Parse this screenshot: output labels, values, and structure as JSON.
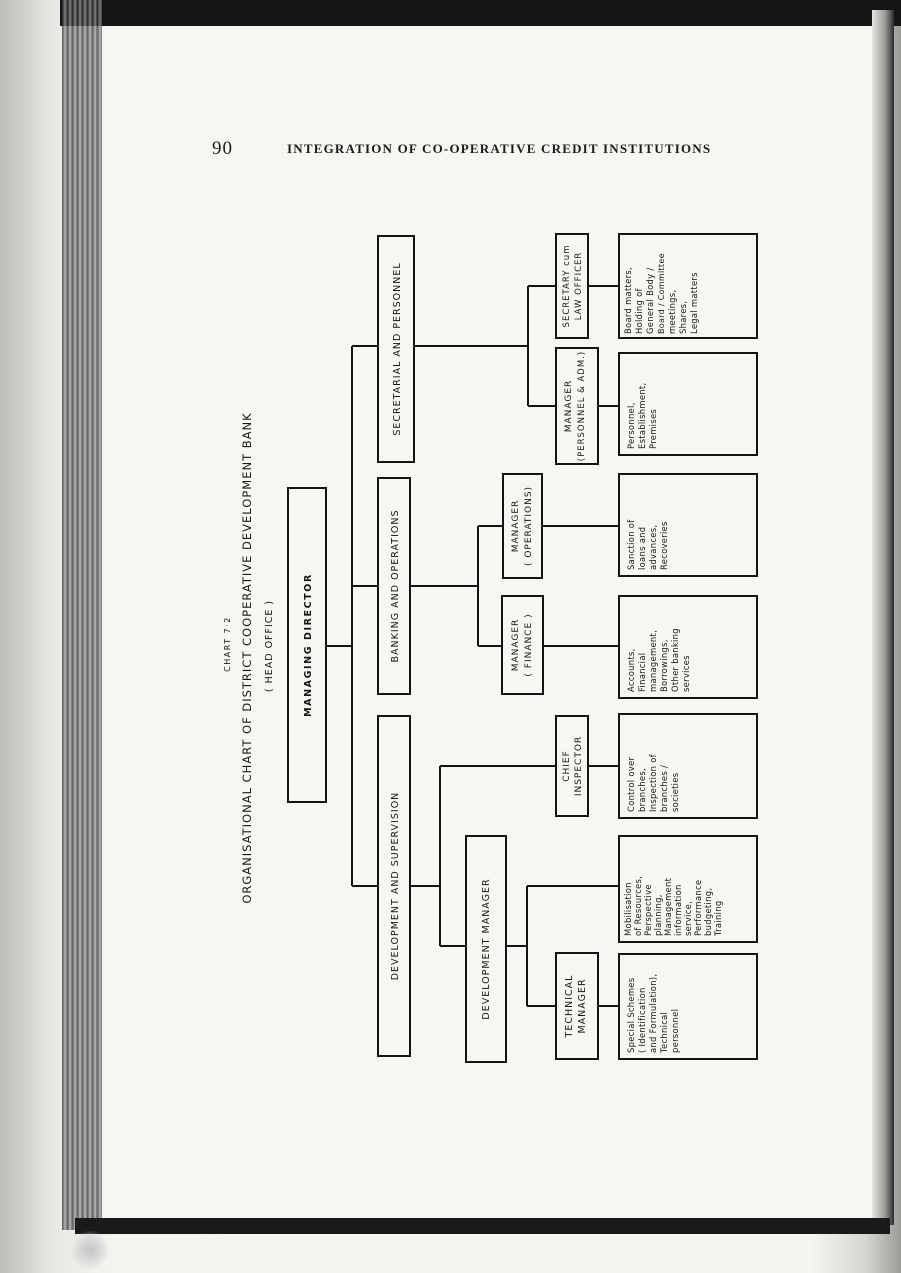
{
  "page": {
    "number": "90",
    "running_head": "INTEGRATION OF CO-OPERATIVE CREDIT INSTITUTIONS"
  },
  "chart": {
    "label": "CHART 7·2",
    "title": "ORGANISATIONAL CHART OF DISTRICT COOPERATIVE DEVELOPMENT BANK",
    "subtitle": "( HEAD OFFICE )",
    "managing_director": "MANAGING DIRECTOR",
    "departments": {
      "development": "DEVELOPMENT AND SUPERVISION",
      "banking": "BANKING AND OPERATIONS",
      "secretarial": "SECRETARIAL AND PERSONNEL"
    },
    "development_manager": "DEVELOPMENT MANAGER",
    "chief_inspector": [
      "CHIEF",
      "INSPECTOR"
    ],
    "technical_manager": [
      "TECHNICAL",
      "MANAGER"
    ],
    "manager_finance": [
      "MANAGER",
      "( FINANCE )"
    ],
    "manager_operations": [
      "MANAGER",
      "( OPERATIONS)"
    ],
    "manager_personnel": [
      "MANAGER",
      "(PERSONNEL & ADM.)"
    ],
    "secretary": [
      "SECRETARY cum",
      "LAW OFFICER"
    ],
    "functions": {
      "technical": [
        "Special Schemes",
        "( Identification",
        "and Formulation),",
        "Technical",
        "personnel"
      ],
      "development_manager": [
        "Mobilisation",
        "of Resources,",
        "Perspective",
        "planning,",
        "Management",
        "information",
        "service,",
        "Performance",
        "budgeting,",
        "Training"
      ],
      "chief_inspector": [
        "Control over",
        "branches,",
        "Inspection of",
        "branches /",
        "societies"
      ],
      "finance": [
        "Accounts,",
        "Financial",
        "management,",
        "Borrowings,",
        "Other banking",
        "services"
      ],
      "operations": [
        "Sanction of",
        "loans and",
        "advances,",
        "Recoveries"
      ],
      "personnel": [
        "Personnel,",
        "Establishment,",
        "Premises"
      ],
      "secretary": [
        "Board matters,",
        "Holding of",
        "General Body /",
        "Board / Committee",
        "meetings,",
        "Shares,",
        "Legal matters"
      ]
    }
  }
}
